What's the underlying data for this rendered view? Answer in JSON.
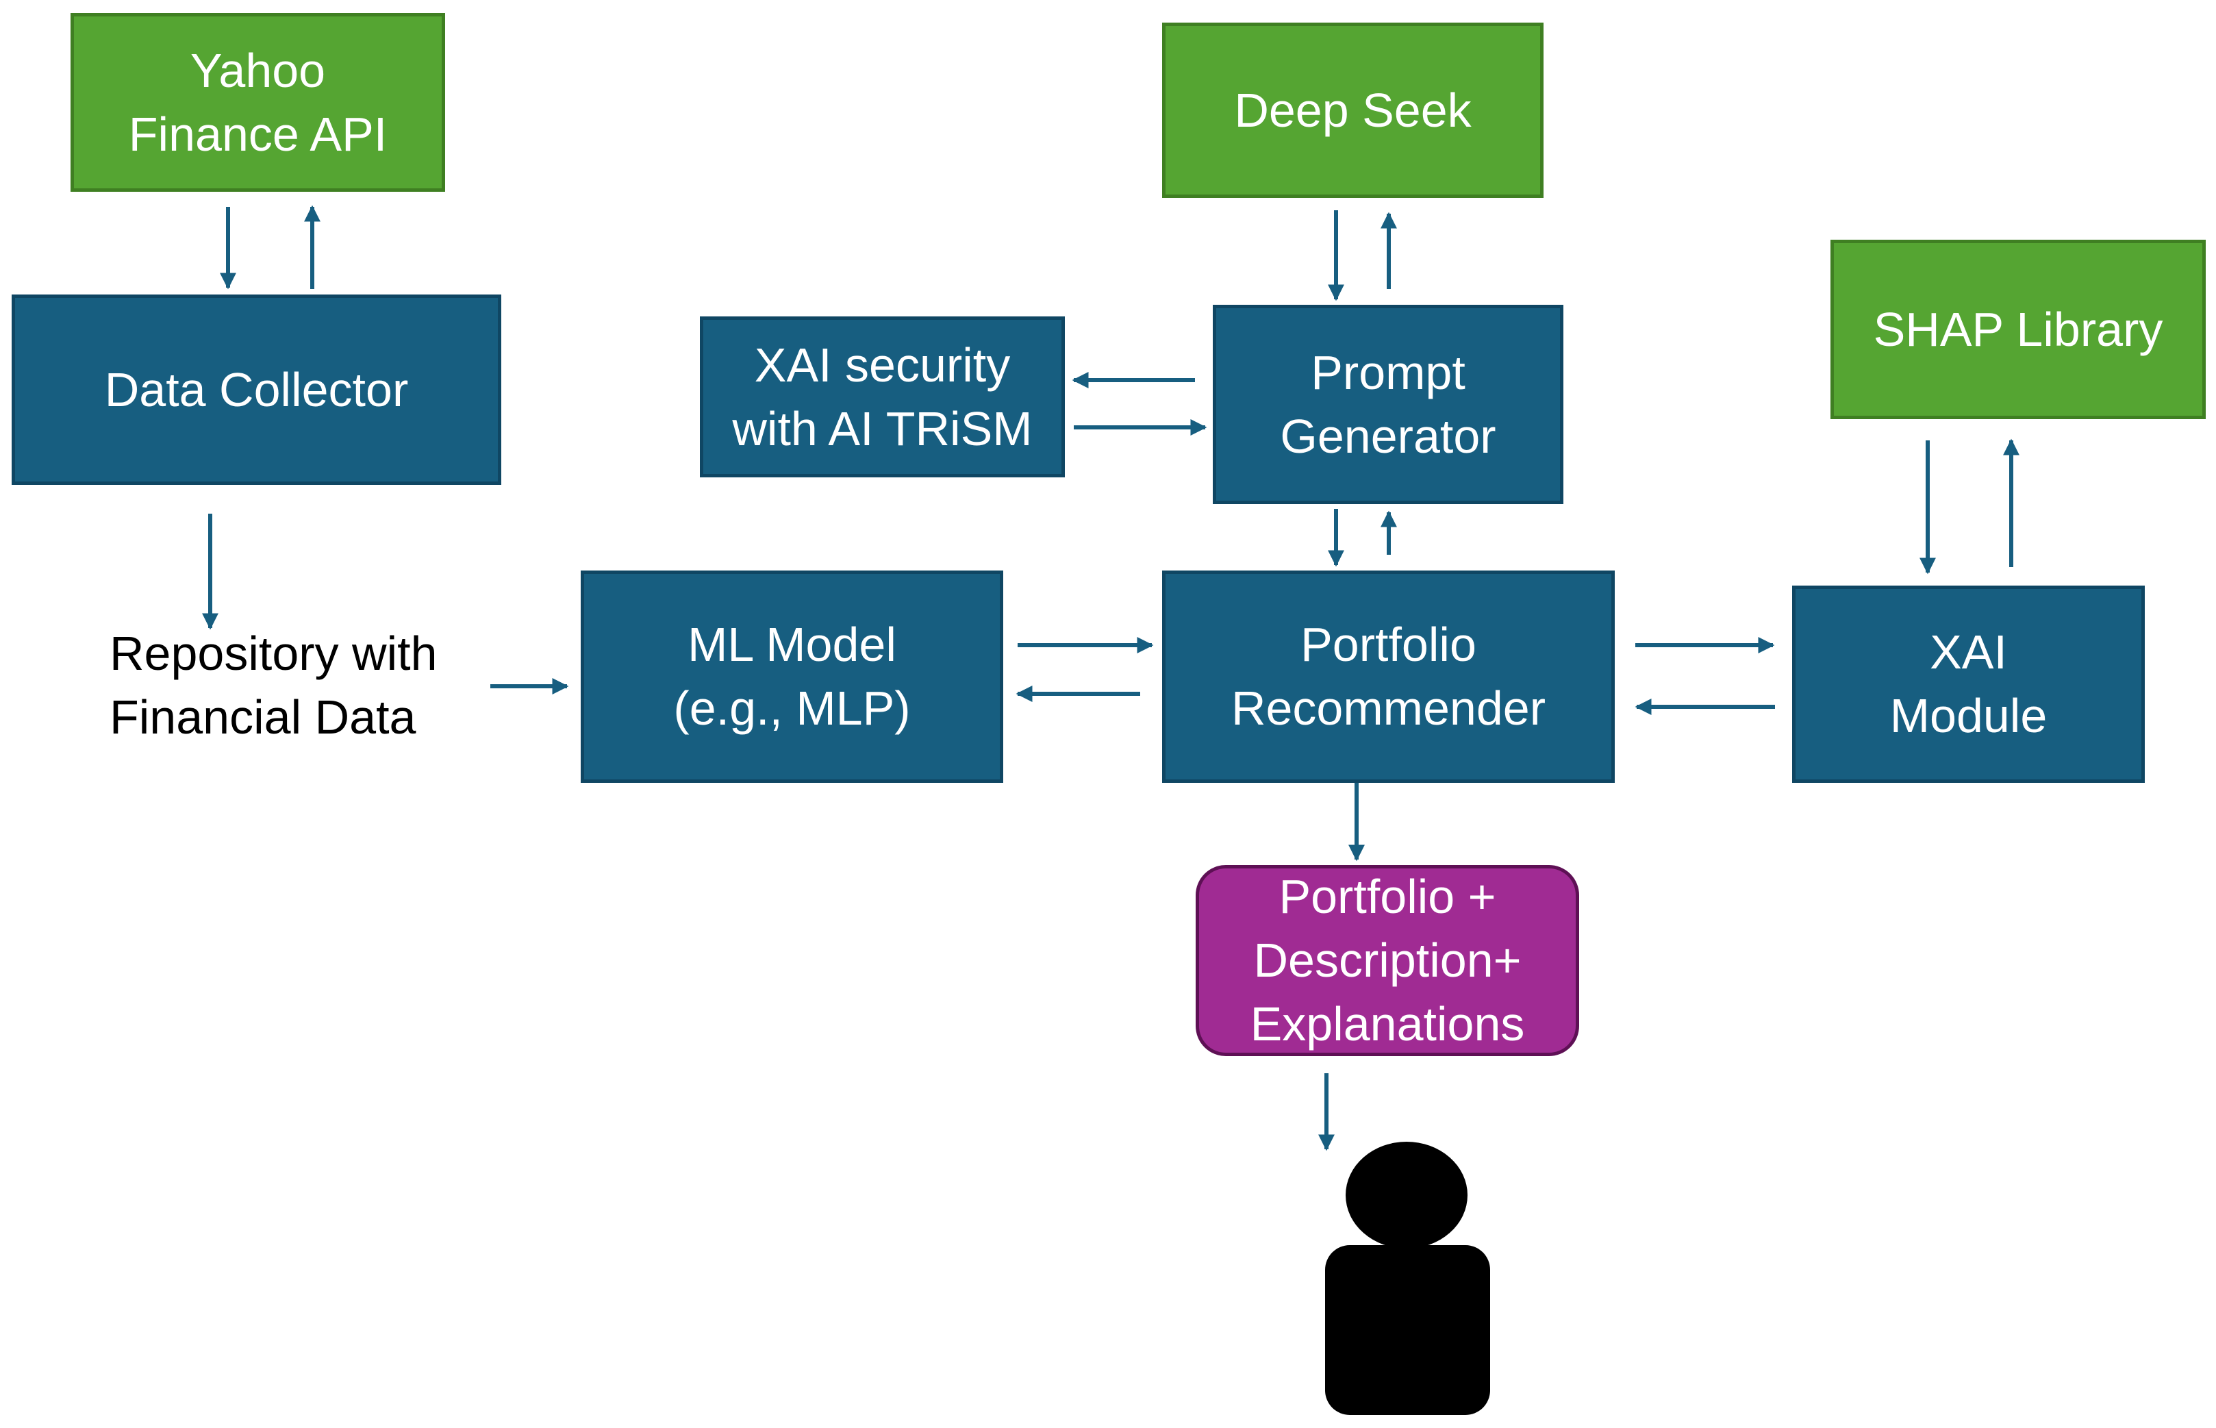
{
  "colors": {
    "source_box": "#55A532",
    "process_box": "#175E80",
    "output_box": "#A02B93",
    "arrow": "#175E80",
    "user_icon": "#000000"
  },
  "nodes": {
    "yahoo": {
      "line1": "Yahoo",
      "line2": "Finance API"
    },
    "data_collector": {
      "line1": "Data Collector"
    },
    "repository": {
      "line1": "Repository with",
      "line2": "Financial Data"
    },
    "ml_model": {
      "line1": "ML Model",
      "line2": "(e.g., MLP)"
    },
    "deep_seek": {
      "line1": "Deep Seek"
    },
    "xai_security": {
      "line1": "XAI security",
      "line2": "with AI TRiSM"
    },
    "prompt_generator": {
      "line1": "Prompt",
      "line2": "Generator"
    },
    "portfolio_recommender": {
      "line1": "Portfolio",
      "line2": "Recommender"
    },
    "shap_library": {
      "line1": "SHAP Library"
    },
    "xai_module": {
      "line1": "XAI",
      "line2": "Module"
    },
    "output": {
      "line1": "Portfolio +",
      "line2": "Description+",
      "line3": "Explanations"
    }
  },
  "user_icon": "person-icon"
}
